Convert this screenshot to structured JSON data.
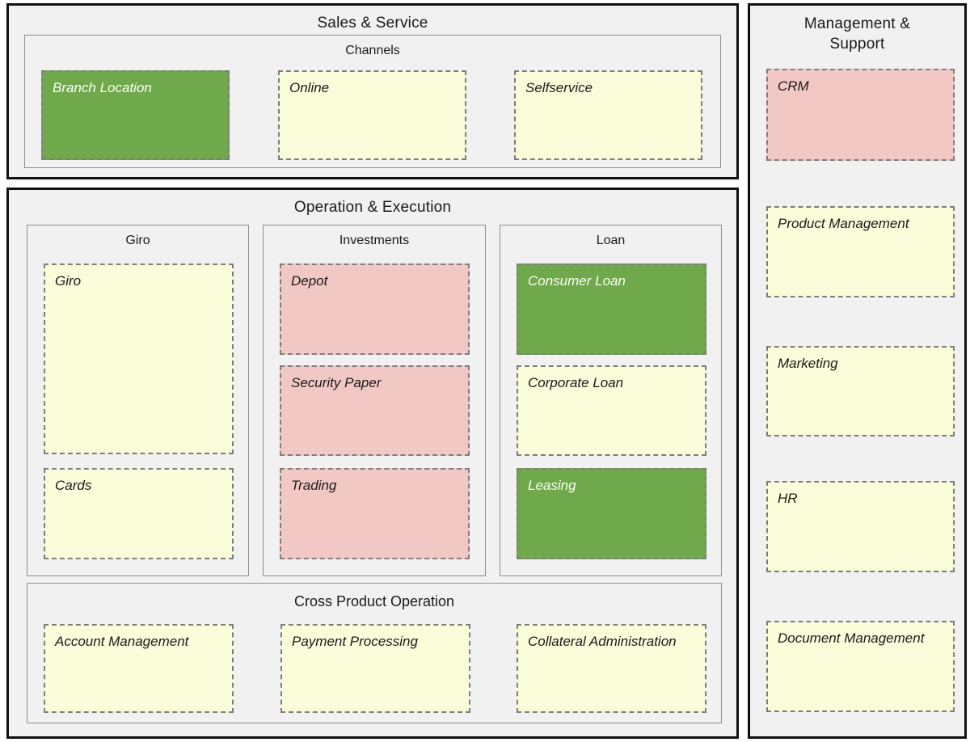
{
  "colors": {
    "page_background": "#ffffff",
    "panel_background": "#f1f1f2",
    "panel_border": "#111111",
    "container_border": "#8f8f8f",
    "dashed_box_border": "#7d7d7d",
    "box_yellow": "#fbfcda",
    "box_pink": "#f2c8c4",
    "box_green": "#6fa94b",
    "label_dark": "#1a1a1a",
    "label_light": "#fcfdf8"
  },
  "panels": {
    "sales_service": {
      "title": "Sales & Service",
      "channels": {
        "title": "Channels",
        "items": [
          {
            "label": "Branch Location",
            "variant": "green"
          },
          {
            "label": "Online",
            "variant": "yellow"
          },
          {
            "label": "Selfservice",
            "variant": "yellow"
          }
        ]
      }
    },
    "operation_execution": {
      "title": "Operation & Execution",
      "columns": [
        {
          "title": "Giro",
          "items": [
            {
              "label": "Giro",
              "variant": "yellow"
            },
            {
              "label": "Cards",
              "variant": "yellow"
            }
          ]
        },
        {
          "title": "Investments",
          "items": [
            {
              "label": "Depot",
              "variant": "pink"
            },
            {
              "label": "Security Paper",
              "variant": "pink"
            },
            {
              "label": "Trading",
              "variant": "pink"
            }
          ]
        },
        {
          "title": "Loan",
          "items": [
            {
              "label": "Consumer Loan",
              "variant": "green"
            },
            {
              "label": "Corporate Loan",
              "variant": "yellow"
            },
            {
              "label": "Leasing",
              "variant": "green"
            }
          ]
        }
      ],
      "cross_product": {
        "title": "Cross Product Operation",
        "items": [
          {
            "label": "Account Management",
            "variant": "yellow"
          },
          {
            "label": "Payment Processing",
            "variant": "yellow"
          },
          {
            "label": "Collateral Administration",
            "variant": "yellow"
          }
        ]
      }
    },
    "management_support": {
      "title": "Management & Support",
      "items": [
        {
          "label": "CRM",
          "variant": "pink"
        },
        {
          "label": "Product Management",
          "variant": "yellow"
        },
        {
          "label": "Marketing",
          "variant": "yellow"
        },
        {
          "label": "HR",
          "variant": "yellow"
        },
        {
          "label": "Document Management",
          "variant": "yellow"
        }
      ]
    }
  }
}
